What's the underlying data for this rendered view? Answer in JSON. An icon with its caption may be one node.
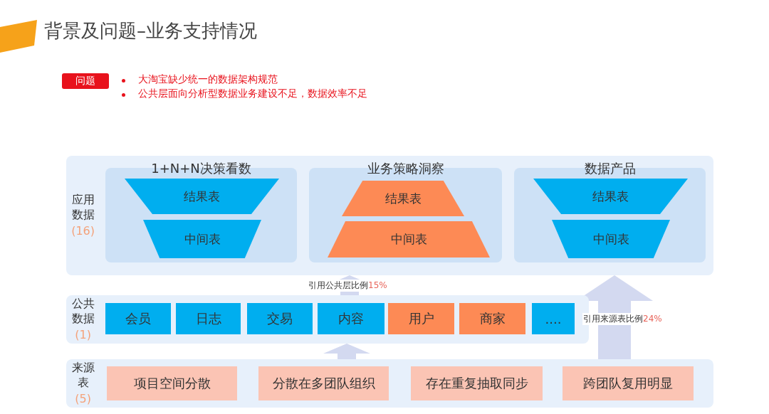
{
  "diagram": {
    "title": "背景及问题–业务支持情况",
    "nodes": [
      {
        "text": [
          "问题"
        ]
      },
      {
        "text": [
          "应用数据",
          "(16)"
        ]
      },
      {
        "text": [
          "1+N+N决策看数"
        ],
        "in": 1
      },
      {
        "text": [
          "结果表"
        ],
        "in": 2
      },
      {
        "text": [
          "中间表"
        ],
        "in": 2
      },
      {
        "text": [
          "业务策略洞察"
        ],
        "in": 1
      },
      {
        "text": [
          "结果表"
        ],
        "in": 5
      },
      {
        "text": [
          "中间表"
        ],
        "in": 5
      },
      {
        "text": [
          "数据产品"
        ],
        "in": 1
      },
      {
        "text": [
          "结果表"
        ],
        "in": 8
      },
      {
        "text": [
          "中间表"
        ],
        "in": 8
      },
      {
        "text": [
          "公共数据",
          "(1)"
        ]
      },
      {
        "text": [
          "会员"
        ],
        "in": 11
      },
      {
        "text": [
          "日志"
        ],
        "in": 11
      },
      {
        "text": [
          "交易"
        ],
        "in": 11
      },
      {
        "text": [
          "内容"
        ],
        "in": 11
      },
      {
        "text": [
          "用户"
        ],
        "in": 11
      },
      {
        "text": [
          "商家"
        ],
        "in": 11
      },
      {
        "text": [
          "...."
        ],
        "in": 11
      },
      {
        "text": [
          "来源表",
          "(5)"
        ]
      },
      {
        "text": [
          "项目空间分散"
        ],
        "in": 19
      },
      {
        "text": [
          "分散在多团队组织"
        ],
        "in": 19
      },
      {
        "text": [
          "存在重复抽取同步"
        ],
        "in": 19
      },
      {
        "text": [
          "跨团队复用明显"
        ],
        "in": 19
      }
    ],
    "edges": [
      {
        "from": 19,
        "to": 11,
        "arrow": "to"
      },
      {
        "from": 11,
        "to": 1,
        "arrow": "to",
        "label": "引用公共层比例15%"
      },
      {
        "from": 19,
        "to": 1,
        "arrow": "to",
        "label": "引用来源表比例24%"
      }
    ],
    "labels": [
      "大淘宝缺少统一的数据架构规范",
      "公共层面向分析型数据业务建设不足，数据效率不足"
    ]
  }
}
